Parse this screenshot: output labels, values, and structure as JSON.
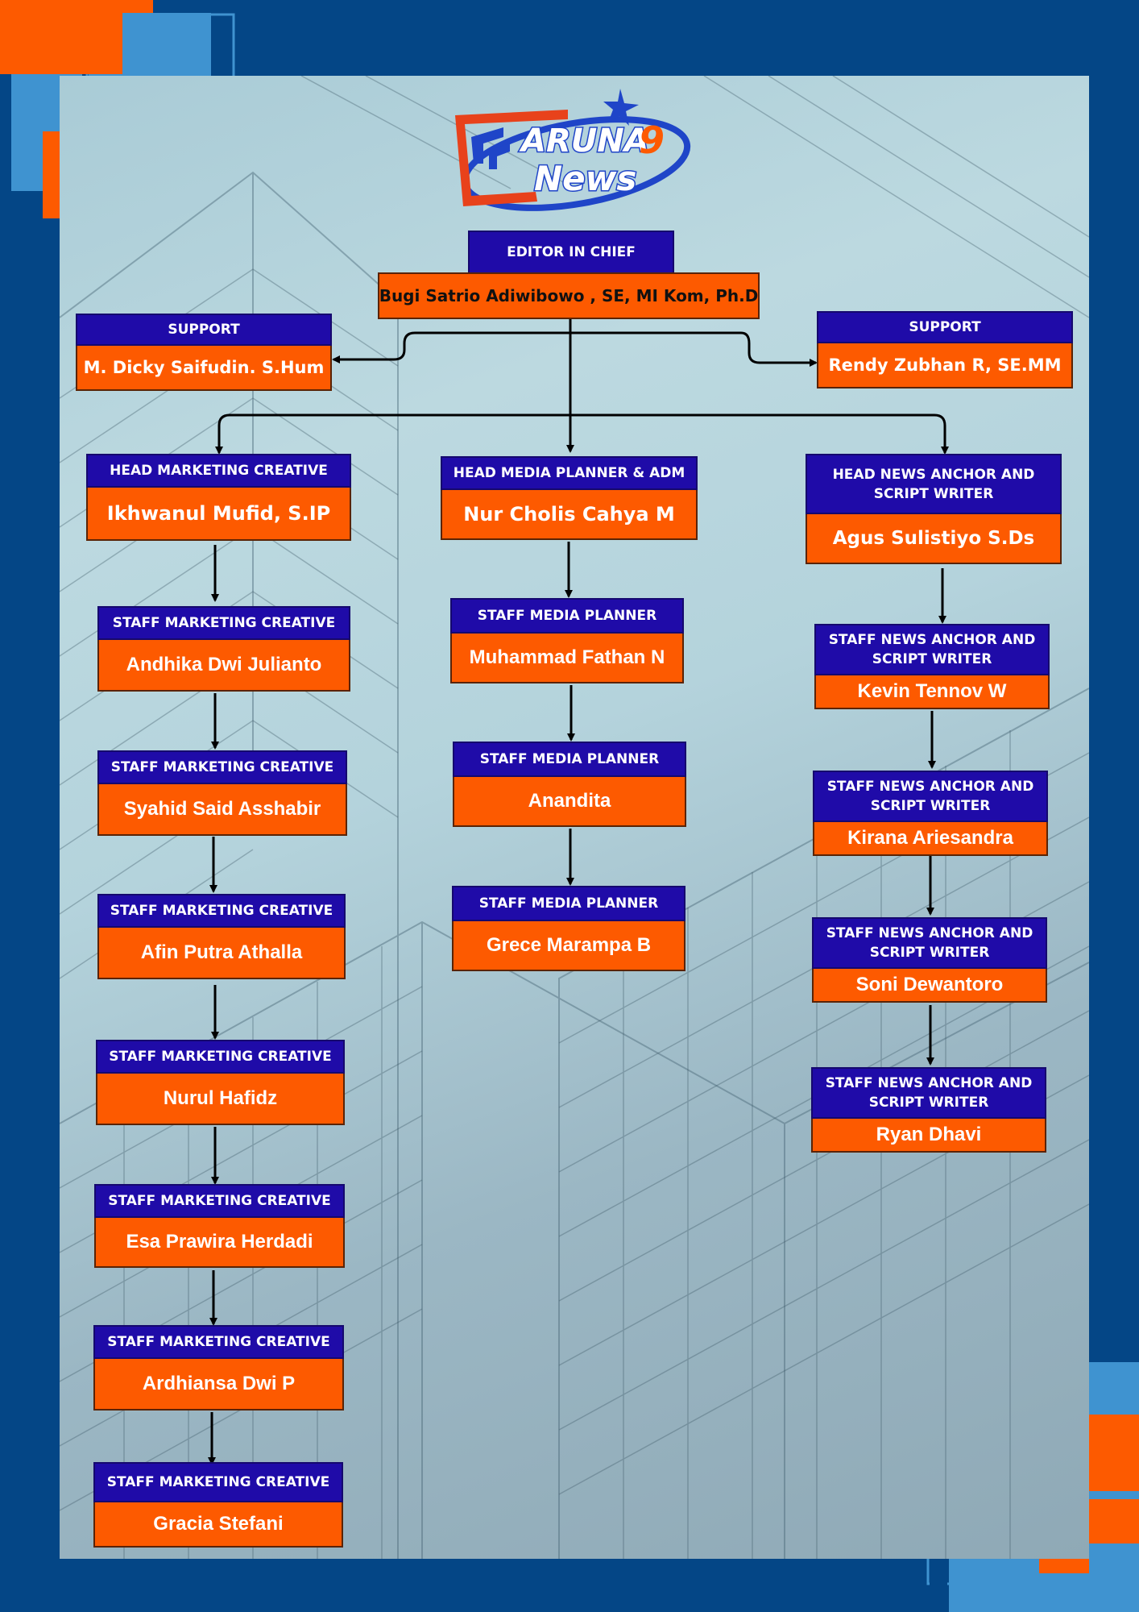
{
  "logo": {
    "line1": "ARUNA",
    "digit": "9",
    "line2": "News"
  },
  "colors": {
    "frame": "#044686",
    "header": "#1f0ba8",
    "name": "#fd5a00",
    "accent_light": "#3f93d0"
  },
  "editor": {
    "title": "EDITOR IN CHIEF",
    "name": "Bugi Satrio Adiwibowo , SE, MI Kom, Ph.D"
  },
  "support_left": {
    "title": "SUPPORT",
    "name": "M. Dicky Saifudin. S.Hum"
  },
  "support_right": {
    "title": "SUPPORT",
    "name": "Rendy Zubhan R, SE.MM"
  },
  "marketing": {
    "head": {
      "title": "HEAD MARKETING CREATIVE",
      "name": "Ikhwanul Mufid, S.IP"
    },
    "staff": [
      {
        "title": "STAFF MARKETING CREATIVE",
        "name": "Andhika Dwi Julianto"
      },
      {
        "title": "STAFF MARKETING CREATIVE",
        "name": "Syahid Said Asshabir"
      },
      {
        "title": "STAFF MARKETING CREATIVE",
        "name": "Afin Putra Athalla"
      },
      {
        "title": "STAFF MARKETING CREATIVE",
        "name": "Nurul Hafidz"
      },
      {
        "title": "STAFF MARKETING CREATIVE",
        "name": "Esa Prawira Herdadi"
      },
      {
        "title": "STAFF MARKETING CREATIVE",
        "name": "Ardhiansa Dwi P"
      },
      {
        "title": "STAFF MARKETING CREATIVE",
        "name": "Gracia Stefani"
      }
    ]
  },
  "media": {
    "head": {
      "title": "HEAD MEDIA PLANNER & ADM",
      "name": "Nur Cholis Cahya M"
    },
    "staff": [
      {
        "title": "STAFF MEDIA PLANNER",
        "name": "Muhammad Fathan N"
      },
      {
        "title": "STAFF MEDIA PLANNER",
        "name": "Anandita"
      },
      {
        "title": "STAFF MEDIA PLANNER",
        "name": "Grece Marampa B"
      }
    ]
  },
  "news": {
    "head": {
      "title_1": "HEAD NEWS ANCHOR AND",
      "title_2": "SCRIPT WRITER",
      "name": "Agus Sulistiyo S.Ds"
    },
    "staff": [
      {
        "title_1": "STAFF NEWS ANCHOR AND",
        "title_2": "SCRIPT WRITER",
        "name": "Kevin Tennov W"
      },
      {
        "title_1": "STAFF NEWS ANCHOR AND",
        "title_2": "SCRIPT WRITER",
        "name": "Kirana Ariesandra"
      },
      {
        "title_1": "STAFF NEWS ANCHOR AND",
        "title_2": "SCRIPT WRITER",
        "name": "Soni Dewantoro"
      },
      {
        "title_1": "STAFF NEWS ANCHOR AND",
        "title_2": "SCRIPT WRITER",
        "name": "Ryan Dhavi"
      }
    ]
  }
}
